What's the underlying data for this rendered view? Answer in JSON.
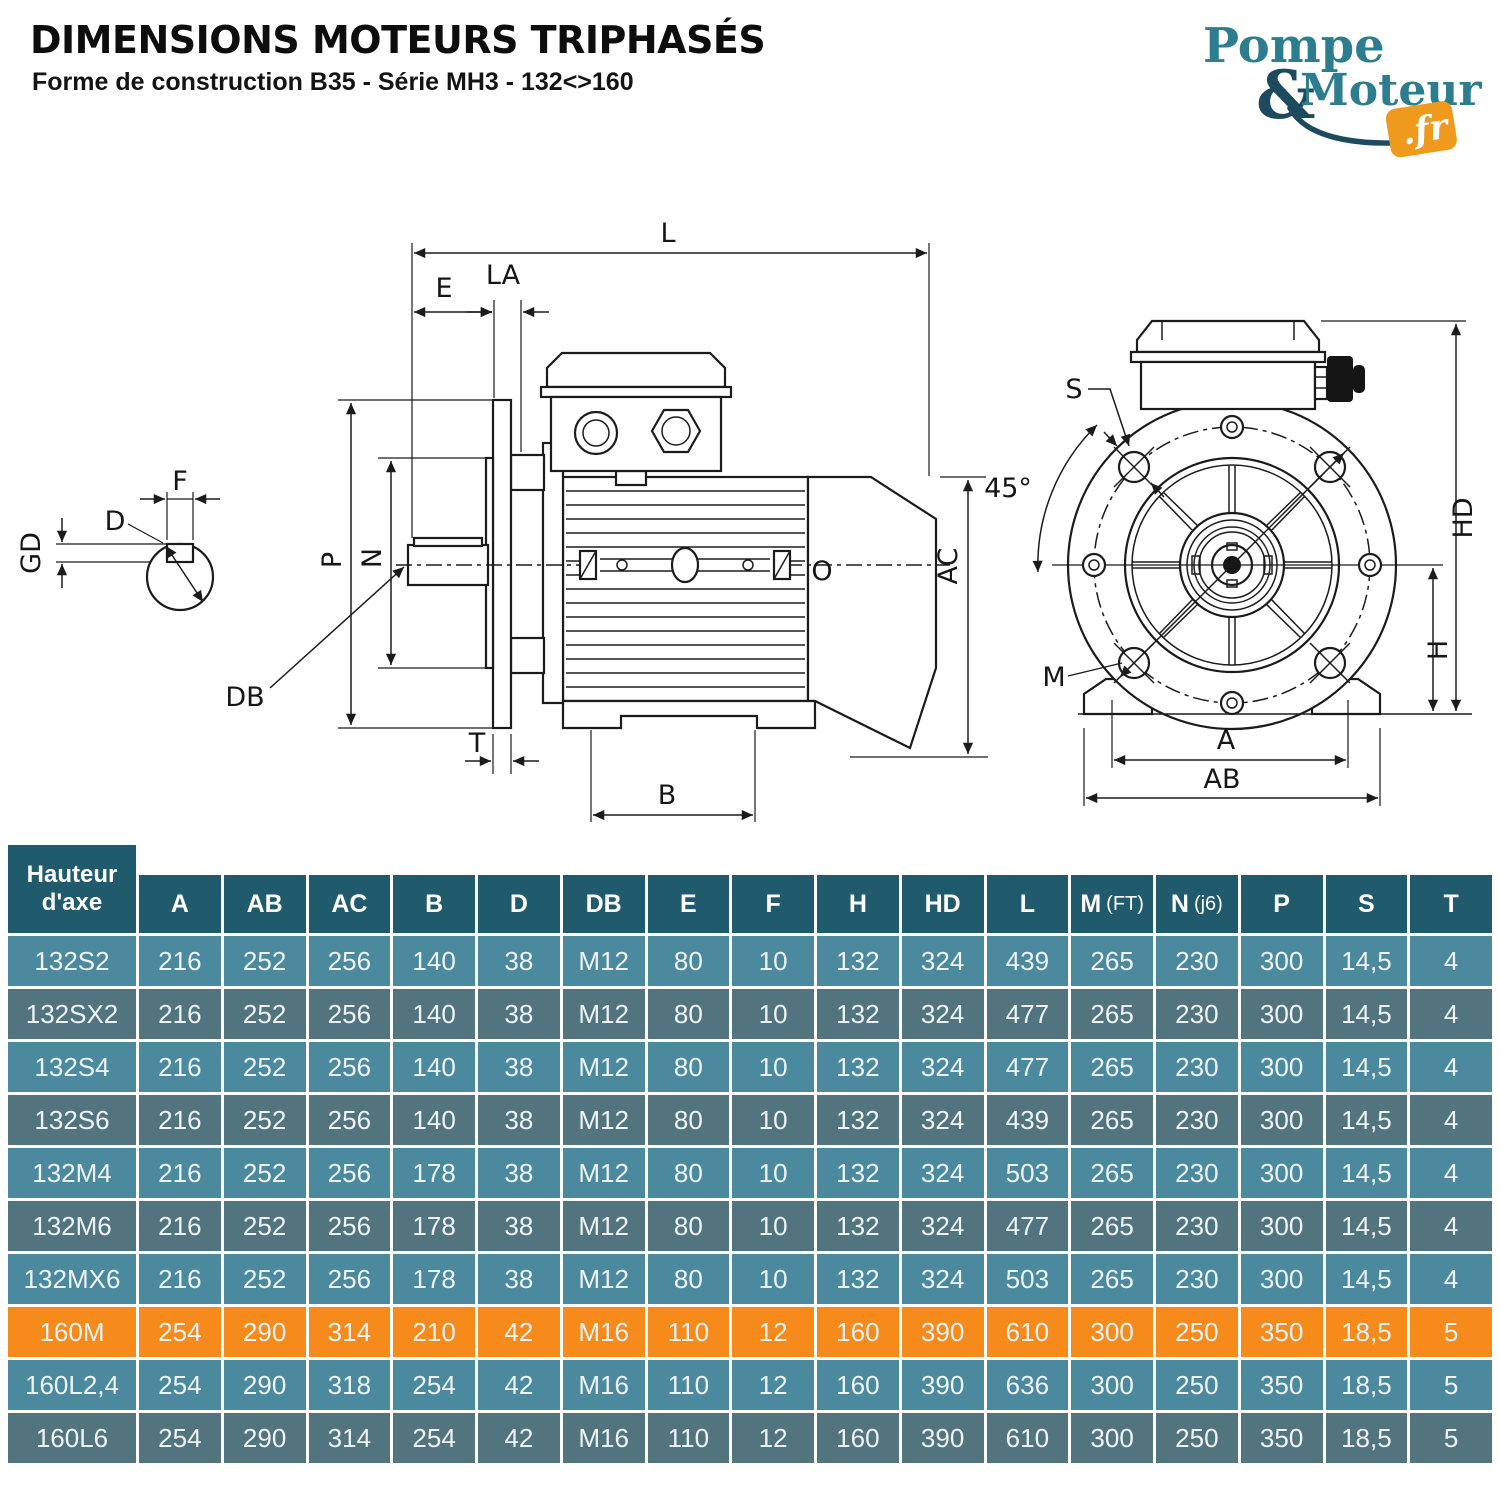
{
  "header": {
    "title": "DIMENSIONS MOTEURS TRIPHASÉS",
    "subtitle": "Forme de construction B35 - Série MH3 - 132<>160"
  },
  "logo": {
    "word1": "Pompe",
    "amp": "&",
    "word2": "Moteur",
    "tld": ".fr",
    "colors": {
      "teal": "#2d7d90",
      "navy": "#1c4a5e",
      "orange": "#ef9a1c"
    }
  },
  "diagram": {
    "shaft_section": {
      "f": "F",
      "d": "D",
      "gd": "GD"
    },
    "side_view": {
      "l": "L",
      "la": "LA",
      "e": "E",
      "p": "P",
      "n": "N",
      "db": "DB",
      "t": "T",
      "b": "B",
      "ac": "AC",
      "o": "O"
    },
    "front_view": {
      "s": "S",
      "angle": "45°",
      "m": "M",
      "hd": "HD",
      "h": "H",
      "a": "A",
      "ab": "AB"
    }
  },
  "table": {
    "corner_header": "Hauteur d'axe",
    "columns": [
      {
        "label": "A",
        "sub": ""
      },
      {
        "label": "AB",
        "sub": ""
      },
      {
        "label": "AC",
        "sub": ""
      },
      {
        "label": "B",
        "sub": ""
      },
      {
        "label": "D",
        "sub": ""
      },
      {
        "label": "DB",
        "sub": ""
      },
      {
        "label": "E",
        "sub": ""
      },
      {
        "label": "F",
        "sub": ""
      },
      {
        "label": "H",
        "sub": ""
      },
      {
        "label": "HD",
        "sub": ""
      },
      {
        "label": "L",
        "sub": ""
      },
      {
        "label": "M",
        "sub": "(FT)"
      },
      {
        "label": "N",
        "sub": "(j6)"
      },
      {
        "label": "P",
        "sub": ""
      },
      {
        "label": "S",
        "sub": ""
      },
      {
        "label": "T",
        "sub": ""
      }
    ],
    "rows": [
      {
        "name": "132S2",
        "style": "light",
        "values": [
          "216",
          "252",
          "256",
          "140",
          "38",
          "M12",
          "80",
          "10",
          "132",
          "324",
          "439",
          "265",
          "230",
          "300",
          "14,5",
          "4"
        ]
      },
      {
        "name": "132SX2",
        "style": "dark",
        "values": [
          "216",
          "252",
          "256",
          "140",
          "38",
          "M12",
          "80",
          "10",
          "132",
          "324",
          "477",
          "265",
          "230",
          "300",
          "14,5",
          "4"
        ]
      },
      {
        "name": "132S4",
        "style": "light",
        "values": [
          "216",
          "252",
          "256",
          "140",
          "38",
          "M12",
          "80",
          "10",
          "132",
          "324",
          "477",
          "265",
          "230",
          "300",
          "14,5",
          "4"
        ]
      },
      {
        "name": "132S6",
        "style": "dark",
        "values": [
          "216",
          "252",
          "256",
          "140",
          "38",
          "M12",
          "80",
          "10",
          "132",
          "324",
          "439",
          "265",
          "230",
          "300",
          "14,5",
          "4"
        ]
      },
      {
        "name": "132M4",
        "style": "light",
        "values": [
          "216",
          "252",
          "256",
          "178",
          "38",
          "M12",
          "80",
          "10",
          "132",
          "324",
          "503",
          "265",
          "230",
          "300",
          "14,5",
          "4"
        ]
      },
      {
        "name": "132M6",
        "style": "dark",
        "values": [
          "216",
          "252",
          "256",
          "178",
          "38",
          "M12",
          "80",
          "10",
          "132",
          "324",
          "477",
          "265",
          "230",
          "300",
          "14,5",
          "4"
        ]
      },
      {
        "name": "132MX6",
        "style": "light",
        "values": [
          "216",
          "252",
          "256",
          "178",
          "38",
          "M12",
          "80",
          "10",
          "132",
          "324",
          "503",
          "265",
          "230",
          "300",
          "14,5",
          "4"
        ]
      },
      {
        "name": "160M",
        "style": "highlight",
        "values": [
          "254",
          "290",
          "314",
          "210",
          "42",
          "M16",
          "110",
          "12",
          "160",
          "390",
          "610",
          "300",
          "250",
          "350",
          "18,5",
          "5"
        ]
      },
      {
        "name": "160L2,4",
        "style": "light",
        "values": [
          "254",
          "290",
          "318",
          "254",
          "42",
          "M16",
          "110",
          "12",
          "160",
          "390",
          "636",
          "300",
          "250",
          "350",
          "18,5",
          "5"
        ]
      },
      {
        "name": "160L6",
        "style": "dark",
        "values": [
          "254",
          "290",
          "314",
          "254",
          "42",
          "M16",
          "110",
          "12",
          "160",
          "390",
          "610",
          "300",
          "250",
          "350",
          "18,5",
          "5"
        ]
      }
    ],
    "colors": {
      "header_bg": "#1f5b6d",
      "row_light": "#4b8a9e",
      "row_dark": "#52747f",
      "row_highlight": "#f68b1c",
      "grid": "#ffffff",
      "text": "#eef4f5"
    }
  }
}
